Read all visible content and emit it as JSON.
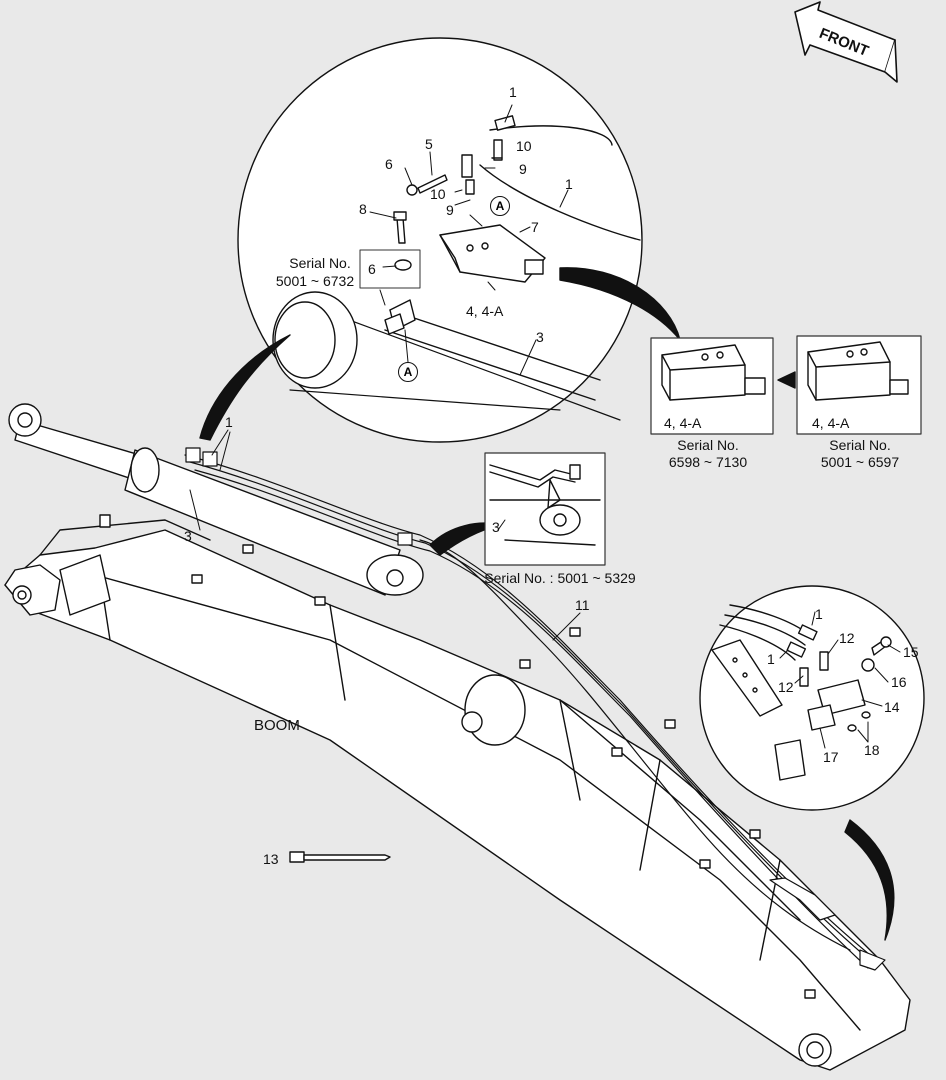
{
  "labels": {
    "front": "FRONT",
    "boom": "BOOM",
    "serial_top": "Serial No.",
    "serial_top_range": "5001 ~ 6732",
    "serial_mid": "Serial No.",
    "serial_mid_range": "6598 ~ 7130",
    "serial_right": "Serial No.",
    "serial_right_range": "5001 ~ 6597",
    "serial_small": "Serial No. : 5001 ~ 5329",
    "valve_main": "4, 4-A",
    "valve_mid": "4, 4-A",
    "valve_right": "4, 4-A",
    "ref_a": "A"
  },
  "parts": {
    "p1a": "1",
    "p1b": "1",
    "p1c": "1",
    "p1d": "1",
    "p1e": "1",
    "p3a": "3",
    "p3b": "3",
    "p3c": "3",
    "p5": "5",
    "p6a": "6",
    "p6b": "6",
    "p7": "7",
    "p8": "8",
    "p9a": "9",
    "p9b": "9",
    "p10a": "10",
    "p10b": "10",
    "p11": "11",
    "p12a": "12",
    "p12b": "12",
    "p13": "13",
    "p14": "14",
    "p15": "15",
    "p16": "16",
    "p17": "17",
    "p18": "18"
  },
  "colors": {
    "line": "#111111",
    "fill": "#ffffff",
    "background": "#e9e9e9"
  }
}
